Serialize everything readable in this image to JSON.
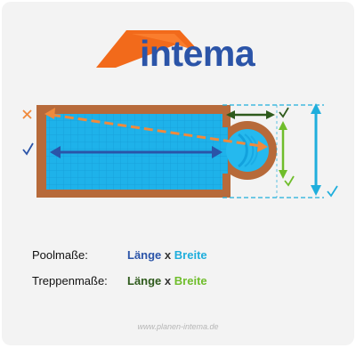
{
  "logo": {
    "text": "intema",
    "icon": "orange-roof-logo-icon"
  },
  "diagram": {
    "icons": [
      "pool-icon",
      "orange-cross-icon",
      "check-icon",
      "check-icon",
      "check-icon",
      "check-icon"
    ]
  },
  "pool_dimensions": {
    "label": "Poolmaße:",
    "length": "Länge",
    "times": "x",
    "width": "Breite"
  },
  "stair_dimensions": {
    "label": "Treppenmaße:",
    "length": "Länge",
    "times": "x",
    "width": "Breite"
  },
  "footer": {
    "url": "www.planen-intema.de"
  },
  "colors": {
    "dark_blue": "#2b54a8",
    "light_blue": "#1faedc",
    "dark_green": "#2e5a1c",
    "light_green": "#6fbd2b",
    "orange": "#f08a3c",
    "logo_orange": "#f26a1b",
    "water": "#1fb4ea",
    "tile_border": "#b76a3a"
  }
}
